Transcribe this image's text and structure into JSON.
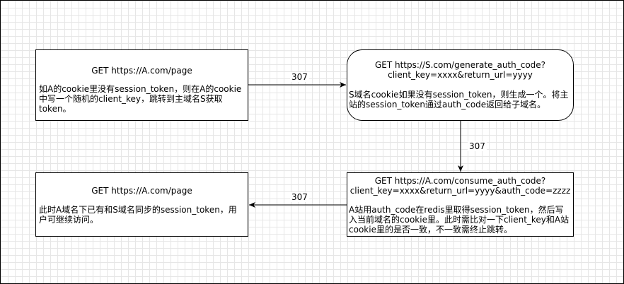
{
  "nodes": {
    "a_page": {
      "title": "GET https://A.com/page",
      "desc": "如A的cookie里没有session_token，则在A的cookie中写一个随机的client_key，跳转到主域名S获取token。"
    },
    "s_generate": {
      "title": "GET https://S.com/generate_auth_code?\nclient_key=xxxx&return_url=yyyy",
      "desc": "S域名cookie如果没有session_token，则生成一个。将主站的session_token通过auth_code返回给子域名。"
    },
    "a_consume": {
      "title": "GET https://A.com/consume_auth_code?\nclient_key=xxxx&return_url=yyyy&auth_code=zzzz",
      "desc": "A站用auth_code在redis里取得session_token，然后写入当前域名的cookie里。此时需比对一下client_key和A站cookie里的是否一致，不一致需终止跳转。"
    },
    "a_final": {
      "title": "GET https://A.com/page",
      "desc": "此时A域名下已有和S域名同步的session_token，用户可继续访问。"
    }
  },
  "edges": [
    {
      "label": "307"
    },
    {
      "label": "307"
    },
    {
      "label": "307"
    }
  ]
}
